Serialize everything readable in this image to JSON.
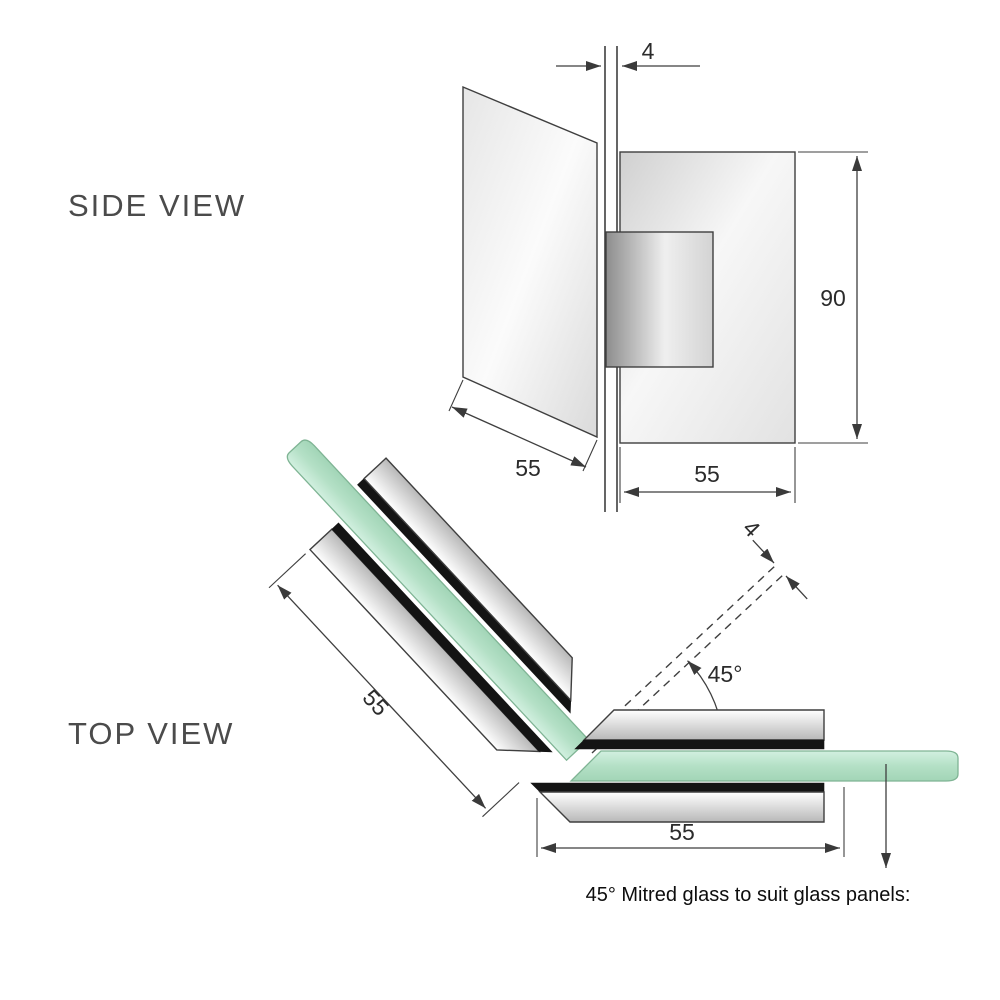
{
  "side_view": {
    "title": "SIDE VIEW",
    "dims": {
      "glass_thickness": "4",
      "hinge_height": "90",
      "glass_side_width": "55",
      "hinge_side_width": "55"
    }
  },
  "top_view": {
    "title": "TOP VIEW",
    "dims": {
      "mitre_gap": "4",
      "mitre_angle": "45°",
      "angled_plate_length": "55",
      "straight_plate_length": "55"
    },
    "note": "45° Mitred glass to suit glass panels:"
  },
  "colors": {
    "line": "#3f3f3f",
    "glass_green": "#b7e2c8",
    "gasket_black": "#141414"
  }
}
